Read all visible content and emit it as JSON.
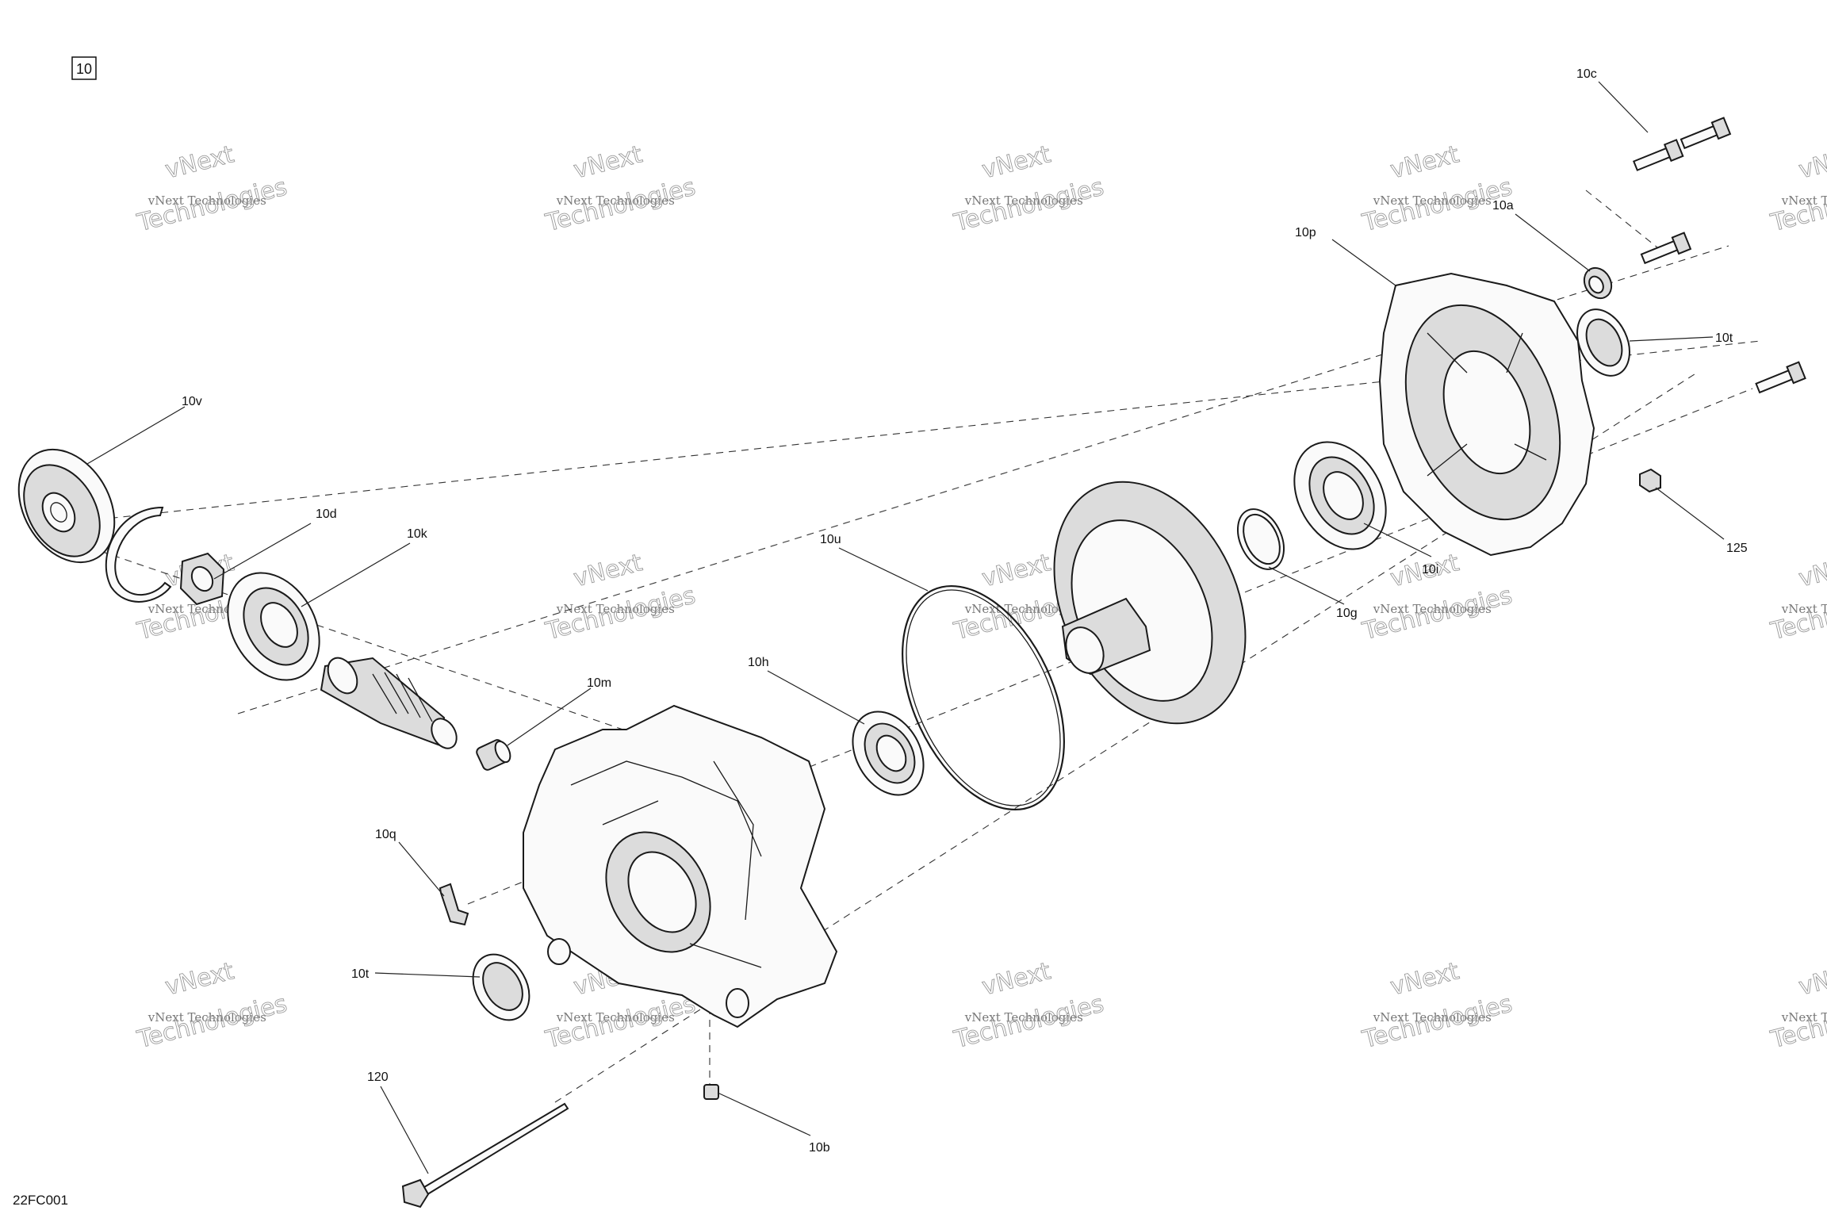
{
  "figure_number": "10",
  "reference_code": "22FC001",
  "watermark": {
    "line1": "vNext",
    "line2": "vNext Technologies",
    "line3": "Technologies"
  },
  "callouts": [
    "10c",
    "10a",
    "10p",
    "10t",
    "10v",
    "10d",
    "10k",
    "10u",
    "10i",
    "125",
    "10g",
    "10h",
    "10m",
    "10q",
    "10t",
    "120",
    "10b"
  ]
}
